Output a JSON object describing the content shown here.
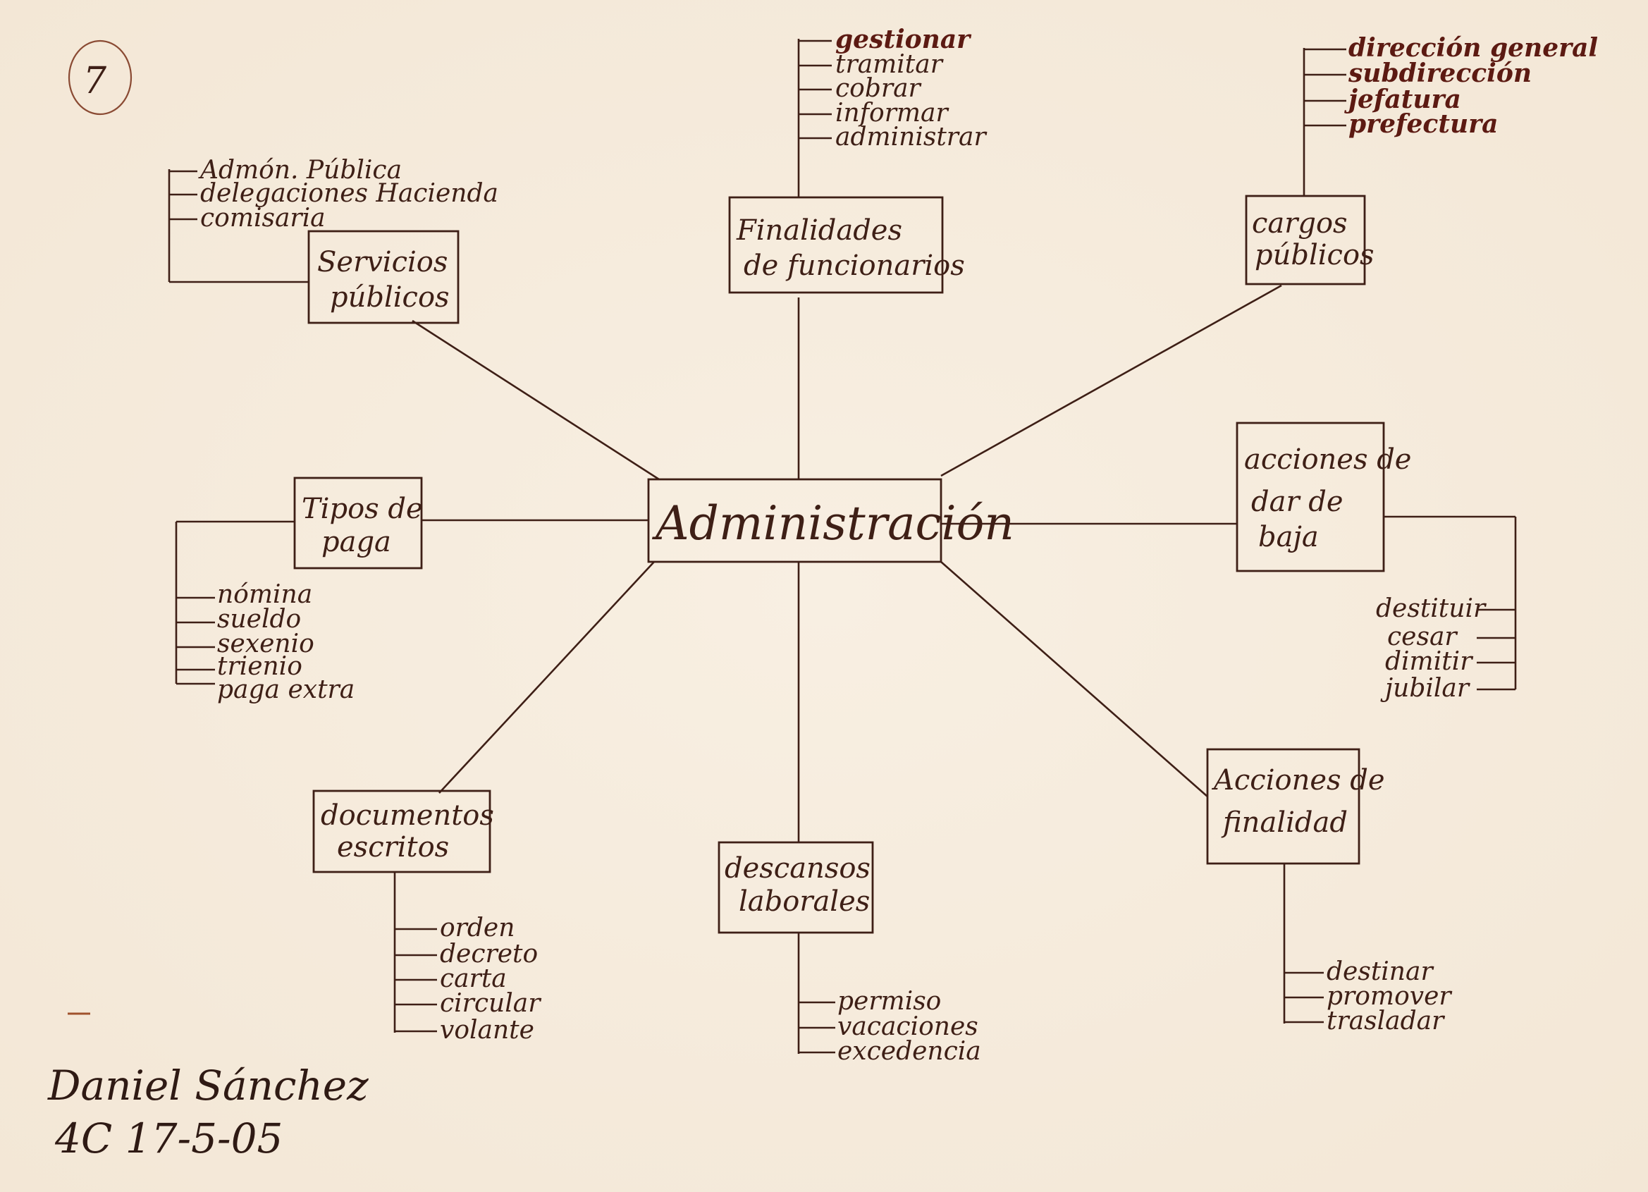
{
  "page_number": "7",
  "center": "Administración",
  "nodes": {
    "finalidades": {
      "line1": "Finalidades",
      "line2": "de funcionarios",
      "items": [
        "gestionar",
        "tramitar",
        "cobrar",
        "informar",
        "administrar"
      ]
    },
    "servicios": {
      "line1": "Servicios",
      "line2": "públicos",
      "items": [
        "Admón. Pública",
        "delegaciones Hacienda",
        "comisaria"
      ]
    },
    "cargos": {
      "line1": "cargos",
      "line2": "públicos",
      "items": [
        "dirección general",
        "subdirección",
        "jefatura",
        "prefectura"
      ]
    },
    "tipos": {
      "line1": "Tipos de",
      "line2": "paga",
      "items": [
        "nómina",
        "sueldo",
        "sexenio",
        "trienio",
        "paga extra"
      ]
    },
    "acciones_baja": {
      "line1": "acciones de",
      "line2": "dar de",
      "line3": "baja",
      "items": [
        "destituir",
        "cesar",
        "dimitir",
        "jubilar"
      ]
    },
    "documentos": {
      "line1": "documentos",
      "line2": "escritos",
      "items": [
        "orden",
        "decreto",
        "carta",
        "circular",
        "volante"
      ]
    },
    "descansos": {
      "line1": "descansos",
      "line2": "laborales",
      "items": [
        "permiso",
        "vacaciones",
        "excedencia"
      ]
    },
    "acciones_finalidad": {
      "line1": "Acciones de",
      "line2": "finalidad",
      "items": [
        "destinar",
        "promover",
        "trasladar"
      ]
    }
  },
  "signature": {
    "name": "Daniel Sánchez",
    "class_date": "4C   17-5-05"
  },
  "colors": {
    "ink": "#3e1f16",
    "paper": "#f6ecdd",
    "accent_ink": "#5c1a12"
  }
}
